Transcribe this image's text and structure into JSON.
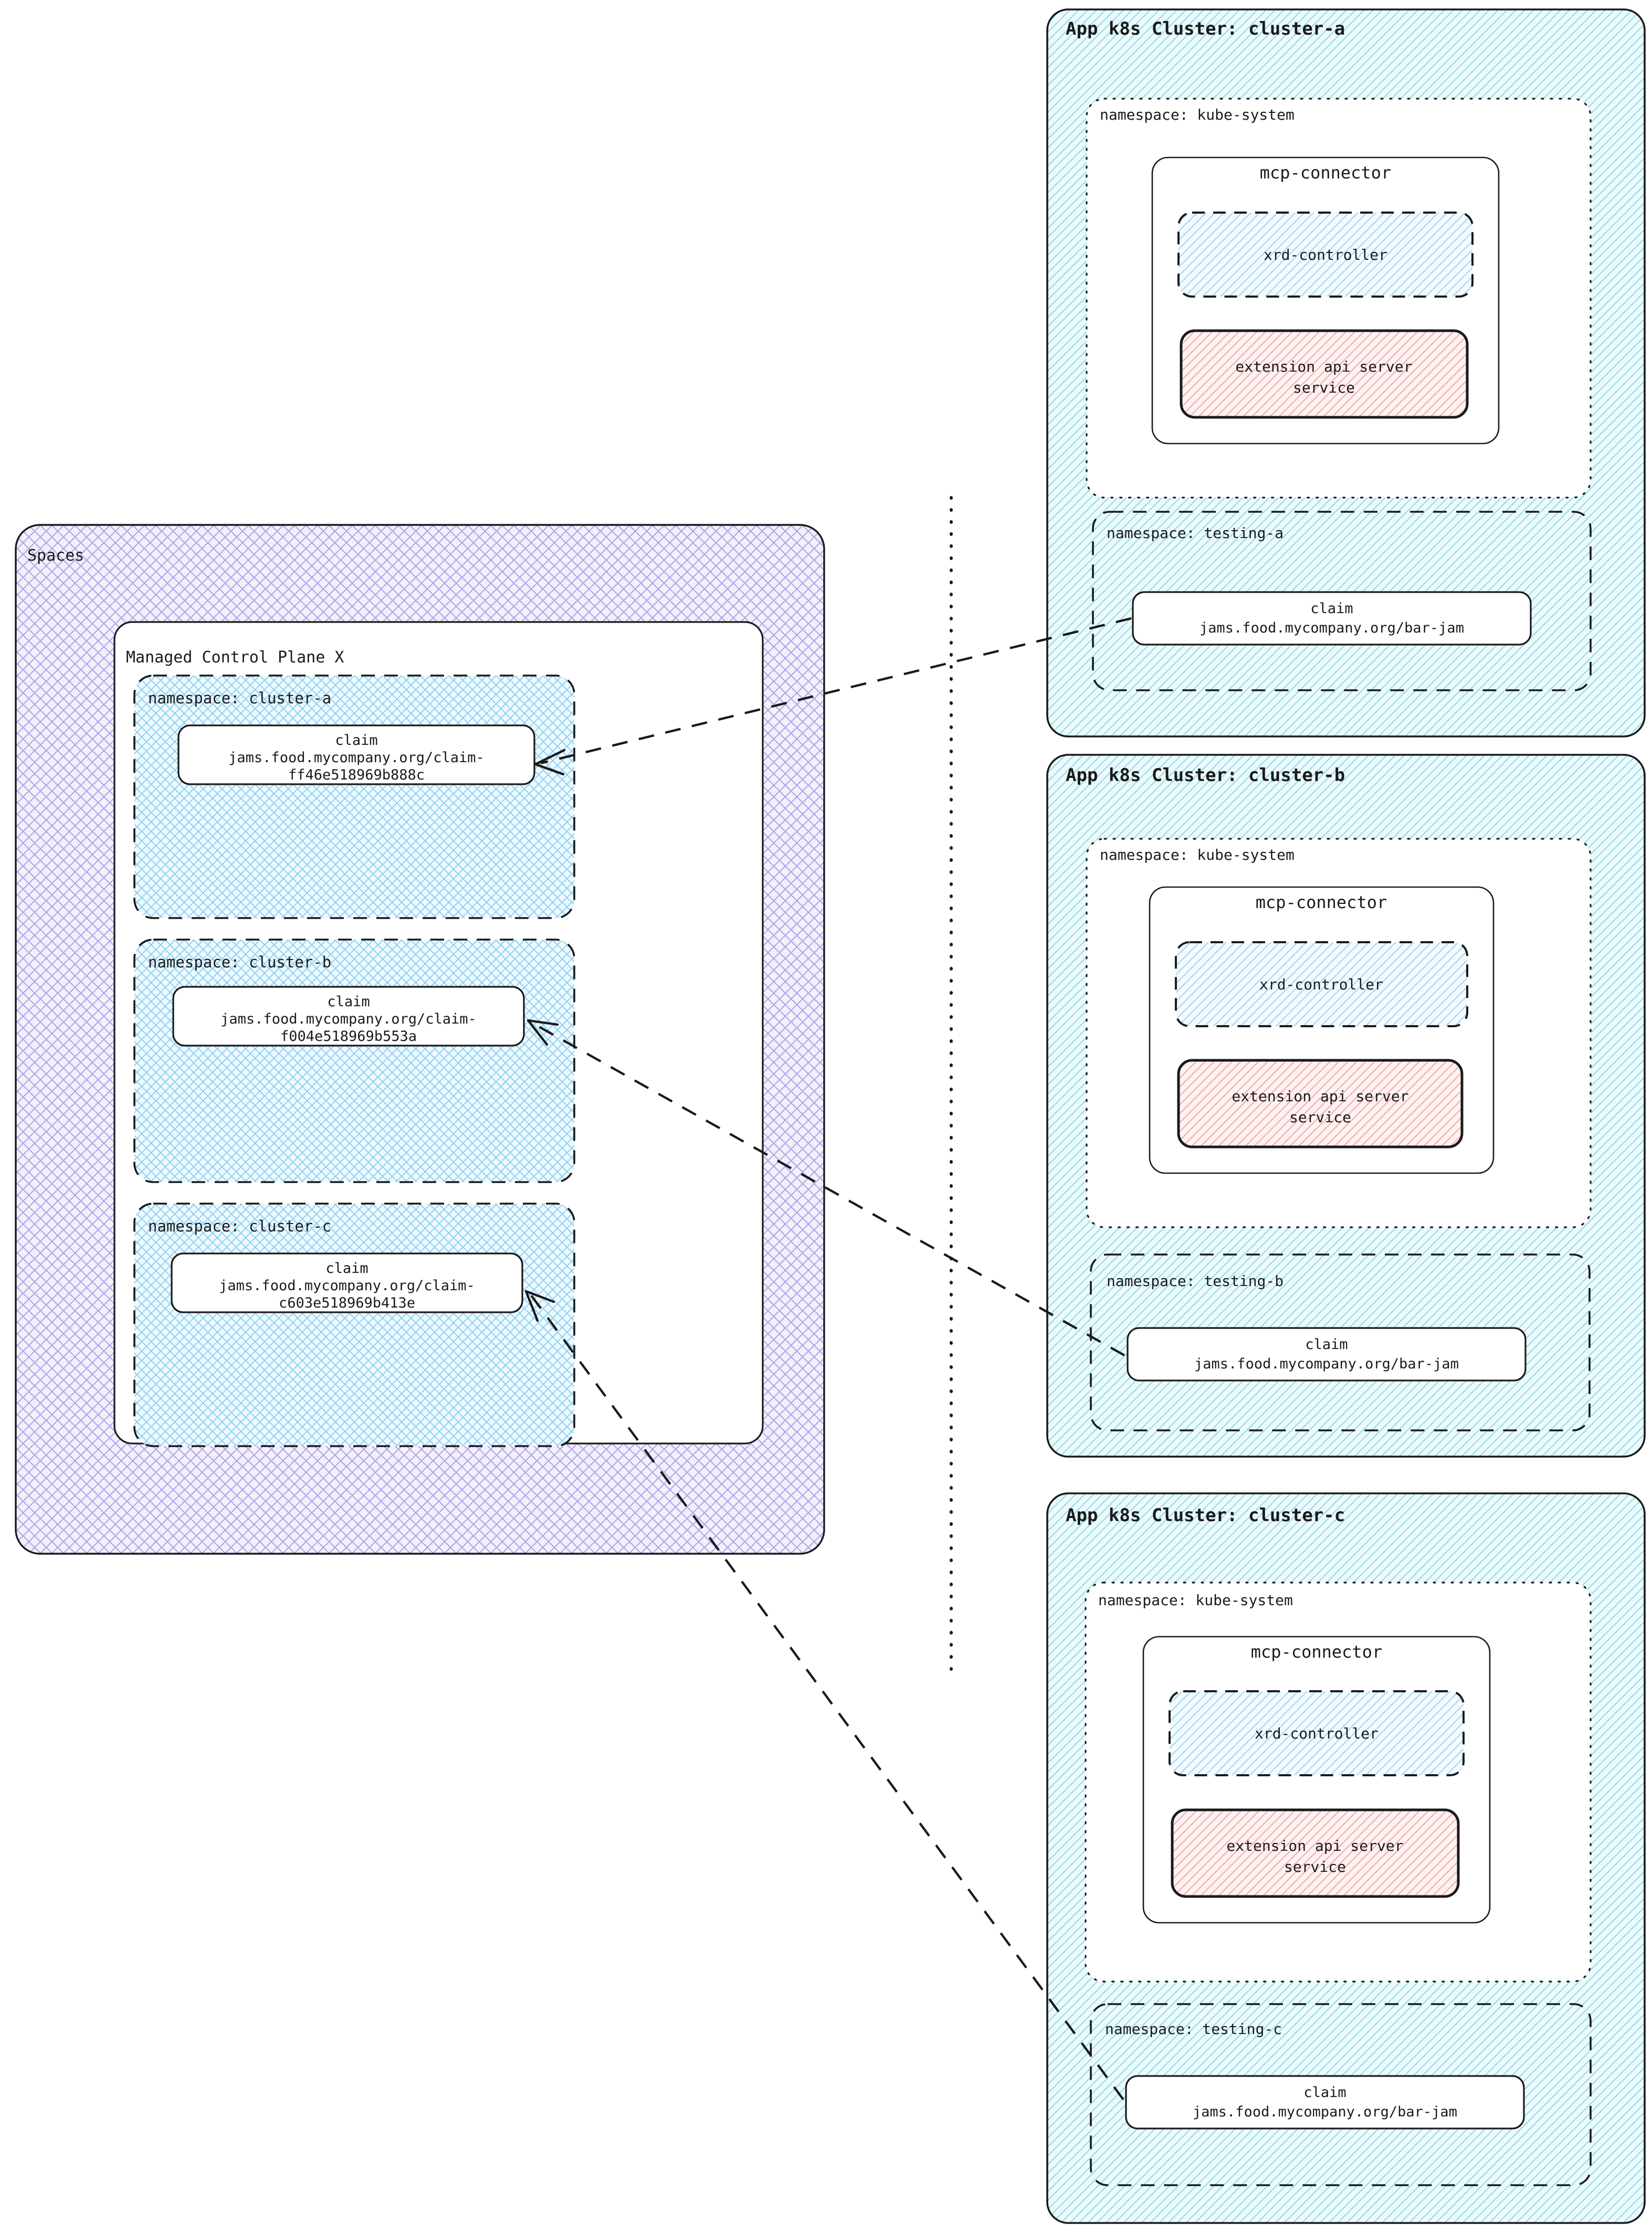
{
  "diagram": {
    "title": "Crossplane Spaces managed control plane to app k8s clusters",
    "type": "architecture-diagram"
  },
  "colors": {
    "spaces_hatch": "#8b7fd4",
    "spaces_fill": "#efecfb",
    "namespace_hatch": "#6bbde8",
    "namespace_fill": "#e4f5fb",
    "cluster_hatch": "#7ecbdd",
    "cluster_fill": "#e9f8f8",
    "xrd_hatch": "#9ecff0",
    "apiserver_hatch": "#f2a0a0",
    "apiserver_fill": "#fdeeee",
    "stroke": "#1a1a1a",
    "claim_fill": "#ffffff",
    "mcp_fill": "#ffffff",
    "kube_system_fill": "#ffffff"
  },
  "spaces": {
    "label": "Spaces",
    "control_plane": {
      "label": "Managed Control Plane X",
      "namespaces": [
        {
          "label": "namespace: cluster-a",
          "claim": {
            "kind": "claim",
            "ref": "jams.food.mycompany.org/claim-",
            "ref2": "ff46e518969b888c"
          }
        },
        {
          "label": "namespace: cluster-b",
          "claim": {
            "kind": "claim",
            "ref": "jams.food.mycompany.org/claim-",
            "ref2": "f004e518969b553a"
          }
        },
        {
          "label": "namespace: cluster-c",
          "claim": {
            "kind": "claim",
            "ref": "jams.food.mycompany.org/claim-",
            "ref2": "c603e518969b413e"
          }
        }
      ]
    }
  },
  "clusters": [
    {
      "label": "App k8s Cluster: cluster-a",
      "kube_system": {
        "label": "namespace: kube-system",
        "mcp_connector": {
          "label": "mcp-connector",
          "xrd_controller": {
            "label": "xrd-controller"
          },
          "api_server": {
            "line1": "extension api server",
            "line2": "service"
          }
        }
      },
      "testing": {
        "label": "namespace: testing-a",
        "claim": {
          "kind": "claim",
          "ref": "jams.food.mycompany.org/bar-jam"
        }
      }
    },
    {
      "label": "App k8s Cluster: cluster-b",
      "kube_system": {
        "label": "namespace: kube-system",
        "mcp_connector": {
          "label": "mcp-connector",
          "xrd_controller": {
            "label": "xrd-controller"
          },
          "api_server": {
            "line1": "extension api server",
            "line2": "service"
          }
        }
      },
      "testing": {
        "label": "namespace: testing-b",
        "claim": {
          "kind": "claim",
          "ref": "jams.food.mycompany.org/bar-jam"
        }
      }
    },
    {
      "label": "App k8s Cluster: cluster-c",
      "kube_system": {
        "label": "namespace: kube-system",
        "mcp_connector": {
          "label": "mcp-connector",
          "xrd_controller": {
            "label": "xrd-controller"
          },
          "api_server": {
            "line1": "extension api server",
            "line2": "service"
          }
        }
      },
      "testing": {
        "label": "namespace: testing-c",
        "claim": {
          "kind": "claim",
          "ref": "jams.food.mycompany.org/bar-jam"
        }
      }
    }
  ],
  "connections": [
    {
      "name": "testing-a-claim-to-cluster-a-claim",
      "style": "dashed-arrow"
    },
    {
      "name": "testing-b-claim-to-cluster-b-claim",
      "style": "dashed-arrow"
    },
    {
      "name": "testing-c-claim-to-cluster-c-claim",
      "style": "dashed-arrow"
    }
  ],
  "separator": {
    "name": "vertical-dotted-divider",
    "style": "dotted"
  }
}
